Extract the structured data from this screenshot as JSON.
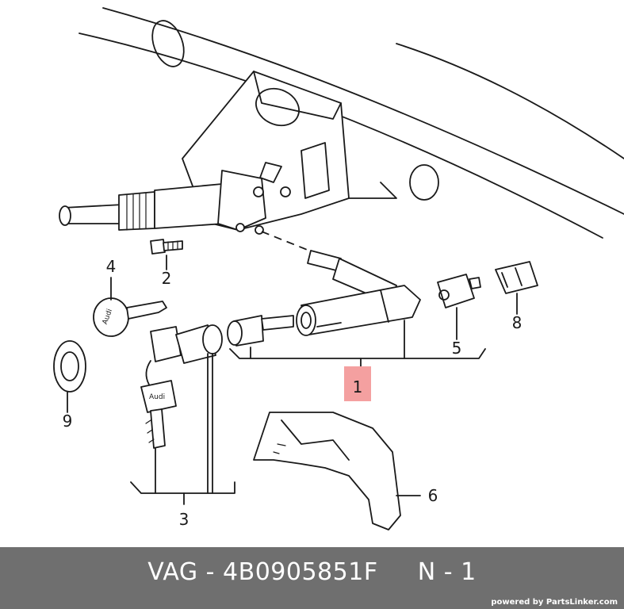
{
  "diagram": {
    "callouts": [
      {
        "id": "callout-1",
        "label": "1",
        "highlighted": true
      },
      {
        "id": "callout-2",
        "label": "2"
      },
      {
        "id": "callout-3",
        "label": "3"
      },
      {
        "id": "callout-4",
        "label": "4"
      },
      {
        "id": "callout-5",
        "label": "5"
      },
      {
        "id": "callout-6",
        "label": "6"
      },
      {
        "id": "callout-8",
        "label": "8"
      },
      {
        "id": "callout-9",
        "label": "9"
      }
    ],
    "key_brand": "Audi",
    "highlight_color": "#f4a0a0"
  },
  "footer": {
    "title": "VAG - 4B0905851F     N - 1",
    "credit": "powered by PartsLinker.com",
    "background": "#6f6f6f"
  }
}
